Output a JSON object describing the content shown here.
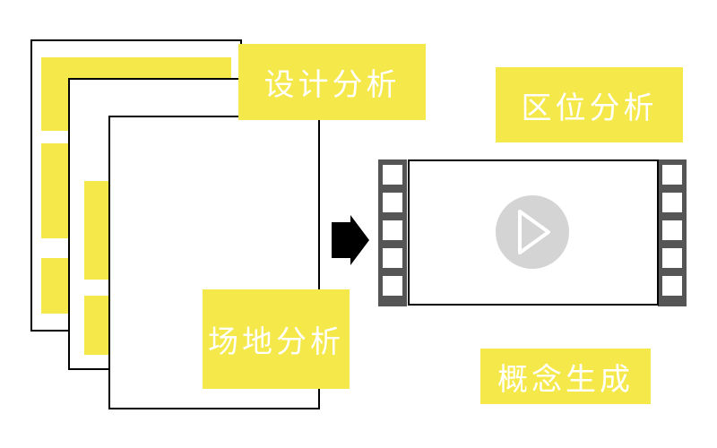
{
  "colors": {
    "accent": "#f5e84a",
    "outline": "#000000",
    "film": "#555555",
    "play_circle": "#d4d4d4",
    "label_text": "#ffffff"
  },
  "labels": {
    "design_analysis": "设计分析",
    "location_analysis": "区位分析",
    "site_analysis": "场地分析",
    "concept_generation": "概念生成"
  },
  "icons": {
    "arrow": "arrow-right-icon",
    "video": "play-icon"
  }
}
